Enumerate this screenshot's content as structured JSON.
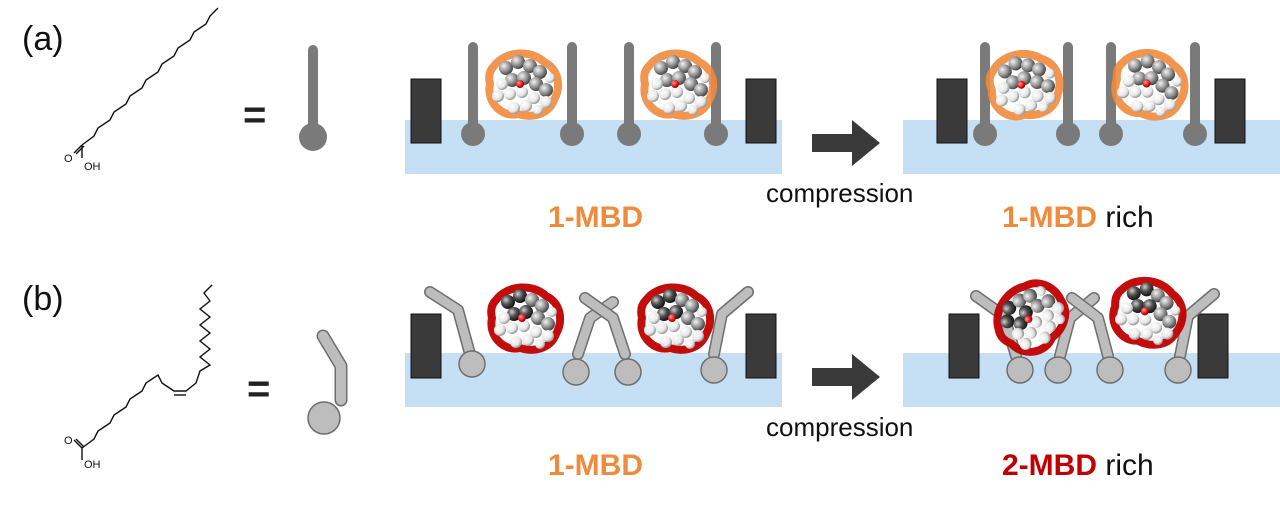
{
  "panels": [
    {
      "label": "(a)",
      "equals": "=",
      "chem_o": "O",
      "chem_oh": "OH",
      "arrow_label": "compression",
      "left_caption": "1-MBD",
      "right_caption_bold": "1-MBD",
      "right_caption_plain": " rich",
      "highlight_color": "#F08A3C"
    },
    {
      "label": "(b)",
      "equals": "=",
      "chem_o": "O",
      "chem_oh": "OH",
      "arrow_label": "compression",
      "left_caption": "1-MBD",
      "right_caption_bold": "2-MBD",
      "right_caption_plain": " rich",
      "highlight_color": "#C00000"
    }
  ],
  "colors": {
    "water": "#C5E0F5",
    "barrier": "#3A3A3A",
    "stearic_lipid": "#7A7A7A",
    "oleic_lipid": "#BDBDBD",
    "orange_label": "#F08A3C",
    "red_label": "#C00000",
    "arrow": "#3A3A3A"
  }
}
